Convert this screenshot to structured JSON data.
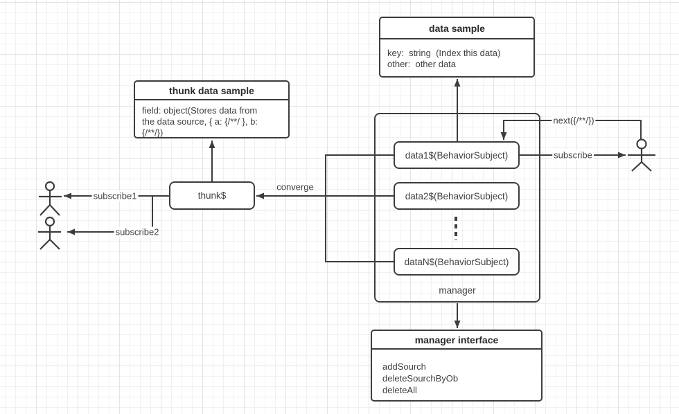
{
  "colors": {
    "line": "#3d3d3d",
    "node_border": "#3d3d3d",
    "title_text": "#2b2b2b",
    "body_text": "#3f3f3f",
    "node_fill": "#ffffff",
    "grid_minor": "#f1f1f1",
    "grid_major": "#e4e4e4"
  },
  "nodes": {
    "data_sample": {
      "title": "data sample",
      "lines": [
        "key:  string  (Index this data)",
        "other:  other data"
      ]
    },
    "thunk_data_sample": {
      "title": "thunk data sample",
      "lines": [
        "field: object(Stores data from",
        "the data source, { a: {/**/ }, b:",
        "{/**/})"
      ]
    },
    "thunk": {
      "label": "thunk$"
    },
    "manager": {
      "label": "manager",
      "subjects": [
        "data1$(BehaviorSubject)",
        "data2$(BehaviorSubject)",
        "dataN$(BehaviorSubject)"
      ]
    },
    "manager_interface": {
      "title": "manager interface",
      "lines": [
        "addSourch",
        "deleteSourchByOb",
        "deleteAll"
      ]
    }
  },
  "edge_labels": {
    "converge": "converge",
    "subscribe1": "subscribe1",
    "subscribe2": "subscribe2",
    "next": "next({/**/})",
    "subscribe": "subscribe"
  },
  "icons": {
    "actor": "stick-figure-person"
  }
}
